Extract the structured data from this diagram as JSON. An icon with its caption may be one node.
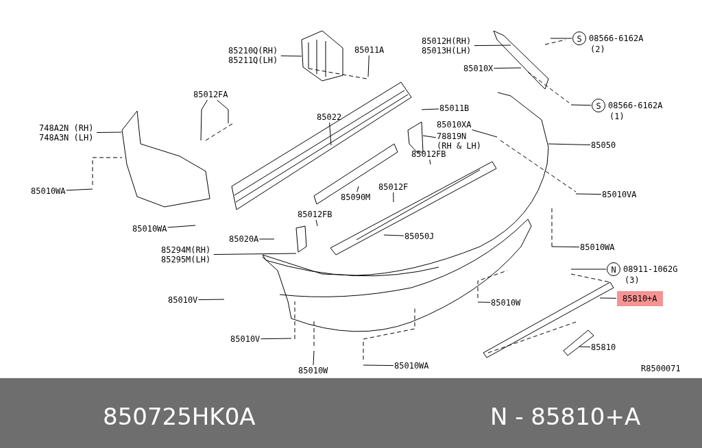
{
  "diagram": {
    "nodes": [
      {
        "text": [
          "85210Q(RH) 85211Q(LH)"
        ]
      },
      {
        "text": [
          "85011A"
        ]
      },
      {
        "text": [
          "85012H(RH) 85013H(LH)"
        ]
      },
      {
        "text": [
          "S"
        ],
        "beside": [
          "08566-6162A",
          "(2)"
        ]
      },
      {
        "text": [
          "85010X"
        ]
      },
      {
        "text": [
          "S"
        ],
        "beside": [
          "08566-6162A",
          "(1)"
        ]
      },
      {
        "text": [
          "85012FA"
        ]
      },
      {
        "text": [
          "748A2N (RH) 748A3N (LH)"
        ]
      },
      {
        "text": [
          "85022"
        ]
      },
      {
        "text": [
          "85011B"
        ]
      },
      {
        "text": [
          "85010XA"
        ]
      },
      {
        "text": [
          "78819N (RH & LH)"
        ]
      },
      {
        "text": [
          "85050"
        ]
      },
      {
        "text": [
          "85012FB"
        ]
      },
      {
        "text": [
          "85010WA"
        ]
      },
      {
        "text": [
          "85090M"
        ]
      },
      {
        "text": [
          "85012F"
        ]
      },
      {
        "text": [
          "85010VA"
        ]
      },
      {
        "text": [
          "85010WA"
        ]
      },
      {
        "text": [
          "85012FB"
        ]
      },
      {
        "text": [
          "85020A"
        ]
      },
      {
        "text": [
          "85050J"
        ]
      },
      {
        "text": [
          "85294M(RH) 85295M(LH)"
        ]
      },
      {
        "text": [
          "85010WA"
        ]
      },
      {
        "text": [
          "N"
        ],
        "beside": [
          "08911-1062G",
          "(3)"
        ]
      },
      {
        "text": [
          "85010V"
        ]
      },
      {
        "text": [
          "85010W"
        ]
      },
      {
        "text": [
          "85810+A"
        ]
      },
      {
        "text": [
          "85010V"
        ]
      },
      {
        "text": [
          "85010W"
        ]
      },
      {
        "text": [
          "85810"
        ]
      },
      {
        "text": [
          "85010WA"
        ]
      }
    ],
    "edges": [
      {
        "from": 0,
        "to": null,
        "arrow": "none"
      },
      {
        "from": 1,
        "to": null,
        "arrow": "none"
      },
      {
        "from": 2,
        "to": null,
        "arrow": "none"
      },
      {
        "from": 3,
        "to": null,
        "arrow": "none"
      },
      {
        "from": 4,
        "to": null,
        "arrow": "none"
      },
      {
        "from": 5,
        "to": null,
        "arrow": "none"
      },
      {
        "from": 6,
        "to": null,
        "arrow": "none"
      },
      {
        "from": 6,
        "to": null,
        "arrow": "none"
      },
      {
        "from": 7,
        "to": null,
        "arrow": "none"
      },
      {
        "from": 8,
        "to": null,
        "arrow": "none"
      },
      {
        "from": 9,
        "to": null,
        "arrow": "none"
      },
      {
        "from": 10,
        "to": null,
        "arrow": "none"
      },
      {
        "from": 11,
        "to": null,
        "arrow": "none"
      },
      {
        "from": 12,
        "to": null,
        "arrow": "none"
      },
      {
        "from": 13,
        "to": null,
        "arrow": "none"
      },
      {
        "from": 14,
        "to": null,
        "arrow": "none"
      },
      {
        "from": 15,
        "to": null,
        "arrow": "none"
      },
      {
        "from": 16,
        "to": null,
        "arrow": "none"
      },
      {
        "from": 17,
        "to": null,
        "arrow": "none"
      },
      {
        "from": 18,
        "to": null,
        "arrow": "none"
      },
      {
        "from": 19,
        "to": null,
        "arrow": "none"
      },
      {
        "from": 20,
        "to": null,
        "arrow": "none"
      },
      {
        "from": 21,
        "to": null,
        "arrow": "none"
      },
      {
        "from": 22,
        "to": null,
        "arrow": "none"
      },
      {
        "from": 23,
        "to": null,
        "arrow": "none"
      },
      {
        "from": 24,
        "to": null,
        "arrow": "none"
      },
      {
        "from": 25,
        "to": null,
        "arrow": "none"
      },
      {
        "from": 26,
        "to": null,
        "arrow": "none"
      },
      {
        "from": 27,
        "to": null,
        "arrow": "none"
      },
      {
        "from": 28,
        "to": null,
        "arrow": "none"
      },
      {
        "from": 29,
        "to": null,
        "arrow": "none"
      },
      {
        "from": 30,
        "to": null,
        "arrow": "none"
      },
      {
        "from": 31,
        "to": null,
        "arrow": "none"
      }
    ],
    "labels": [
      "R8500071",
      "850725HK0A",
      "N - 85810+A"
    ]
  }
}
